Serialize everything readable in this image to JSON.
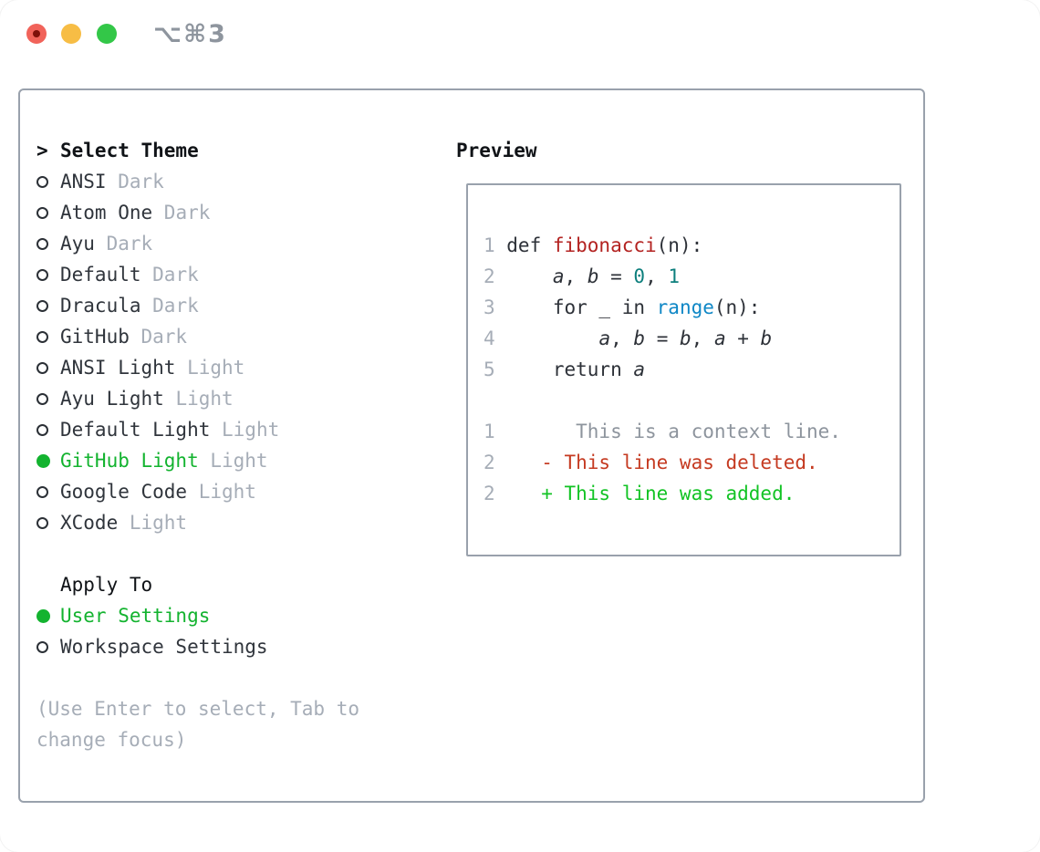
{
  "window": {
    "title": "⌥⌘3",
    "controls": {
      "close": "close-traffic-light",
      "minimize": "minimize-traffic-light",
      "zoom": "zoom-traffic-light"
    }
  },
  "colors": {
    "accent_green": "#13b32f",
    "muted_gray": "#a6adb7",
    "item_text": "#30353c",
    "header_text": "#101317",
    "code_default": "#2d3138",
    "code_function_red": "#b32220",
    "code_builtin_blue": "#0f87c6",
    "code_number_teal": "#0d7f7d",
    "diff_context_gray": "#8d949d",
    "diff_deleted_red": "#c53a21",
    "diff_added_green": "#12c324",
    "panel_border": "#99a1ac"
  },
  "theme_menu": {
    "prompt": ">",
    "header": "Select Theme",
    "items": [
      {
        "name": "ANSI",
        "variant": "Dark",
        "selected": false
      },
      {
        "name": "Atom One",
        "variant": "Dark",
        "selected": false
      },
      {
        "name": "Ayu",
        "variant": "Dark",
        "selected": false
      },
      {
        "name": "Default",
        "variant": "Dark",
        "selected": false
      },
      {
        "name": "Dracula",
        "variant": "Dark",
        "selected": false
      },
      {
        "name": "GitHub",
        "variant": "Dark",
        "selected": false
      },
      {
        "name": "ANSI Light",
        "variant": "Light",
        "selected": false
      },
      {
        "name": "Ayu Light",
        "variant": "Light",
        "selected": false
      },
      {
        "name": "Default Light",
        "variant": "Light",
        "selected": false
      },
      {
        "name": "GitHub Light",
        "variant": "Light",
        "selected": true
      },
      {
        "name": "Google Code",
        "variant": "Light",
        "selected": false
      },
      {
        "name": "XCode",
        "variant": "Light",
        "selected": false
      }
    ]
  },
  "apply_to": {
    "header": "Apply To",
    "items": [
      {
        "label": "User Settings",
        "selected": true
      },
      {
        "label": "Workspace Settings",
        "selected": false
      }
    ]
  },
  "footer_hint": {
    "lines": [
      "(Use Enter to select, Tab to",
      "change focus)"
    ]
  },
  "preview": {
    "header": "Preview",
    "lines": [
      {
        "num": "1",
        "segments": [
          {
            "t": "def "
          },
          {
            "t": "fibonacci",
            "c": "code_function_red"
          },
          {
            "t": "(n):"
          }
        ]
      },
      {
        "num": "2",
        "segments": [
          {
            "t": "    "
          },
          {
            "t": "a",
            "i": true
          },
          {
            "t": ", "
          },
          {
            "t": "b",
            "i": true
          },
          {
            "t": " = "
          },
          {
            "t": "0",
            "c": "code_number_teal"
          },
          {
            "t": ", "
          },
          {
            "t": "1",
            "c": "code_number_teal"
          }
        ]
      },
      {
        "num": "3",
        "segments": [
          {
            "t": "    for _ in "
          },
          {
            "t": "range",
            "c": "code_builtin_blue"
          },
          {
            "t": "(n):"
          }
        ]
      },
      {
        "num": "4",
        "segments": [
          {
            "t": "        "
          },
          {
            "t": "a",
            "i": true
          },
          {
            "t": ", "
          },
          {
            "t": "b",
            "i": true
          },
          {
            "t": " = "
          },
          {
            "t": "b",
            "i": true
          },
          {
            "t": ", "
          },
          {
            "t": "a",
            "i": true
          },
          {
            "t": " + "
          },
          {
            "t": "b",
            "i": true
          }
        ]
      },
      {
        "num": "5",
        "segments": [
          {
            "t": "    return "
          },
          {
            "t": "a",
            "i": true
          }
        ]
      },
      {
        "num": "",
        "segments": []
      },
      {
        "num": "1",
        "segments": [
          {
            "t": "      This is a context line.",
            "c": "diff_context_gray"
          }
        ]
      },
      {
        "num": "2",
        "segments": [
          {
            "t": "   - This line was deleted.",
            "c": "diff_deleted_red"
          }
        ]
      },
      {
        "num": "2",
        "segments": [
          {
            "t": "   + This line was added.",
            "c": "diff_added_green"
          }
        ]
      }
    ]
  }
}
